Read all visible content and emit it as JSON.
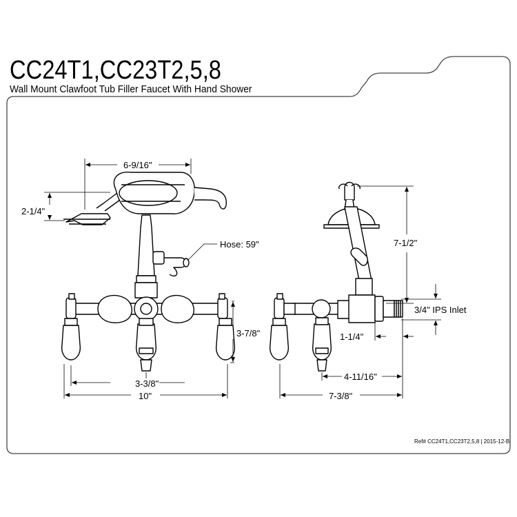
{
  "header": {
    "model": "CC24T1,CC23T2,5,8",
    "description": "Wall Mount Clawfoot Tub Filler Faucet With Hand Shower"
  },
  "front_view": {
    "width_handshower": "6-9/16\"",
    "height_handshower": "2-1/4\"",
    "hose": "Hose: 59\"",
    "height_handle": "3-7/8\"",
    "center_spacing": "3-3/8\"",
    "overall_width": "10\""
  },
  "side_view": {
    "overall_height": "7-1/2\"",
    "inlet": "3/4\" IPS Inlet",
    "inlet_depth": "1-1/4\"",
    "spout_projection": "4-11/16\"",
    "overall_depth": "7-3/8\""
  },
  "footer": {
    "reference": "Ref# CC24T1,CC23T2,5,8 | 2015-12-B"
  },
  "colors": {
    "line": "#000000",
    "background": "#ffffff",
    "frame": "#444444"
  }
}
